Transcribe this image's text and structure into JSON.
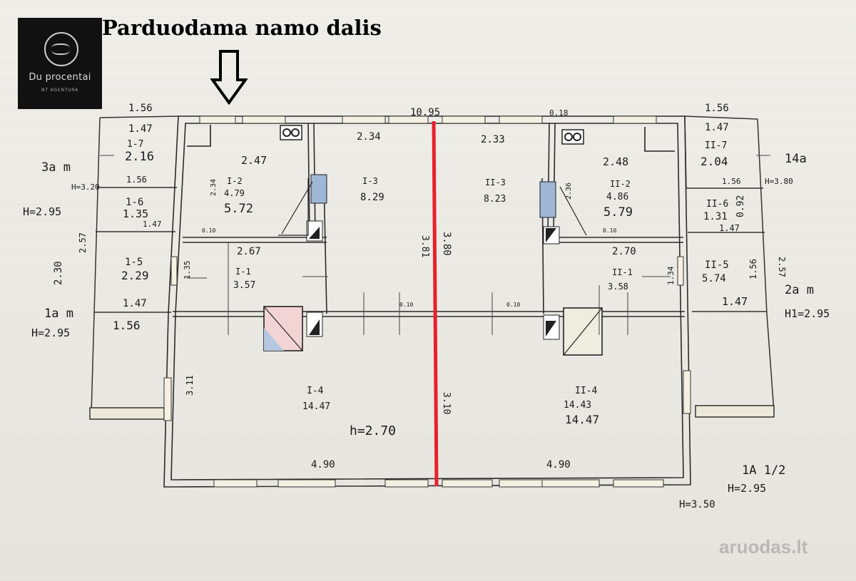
{
  "header": {
    "title": "Parduodama namo dalis"
  },
  "logo": {
    "name": "Du procentai",
    "subtitle": "NT AGENTURA"
  },
  "watermark": {
    "text": "aruodas.lt"
  },
  "plan": {
    "labels": [
      {
        "id": "top-left-ext",
        "text": "1.56"
      },
      {
        "id": "top-total",
        "text": "10.95"
      },
      {
        "id": "top-018",
        "text": "0.18"
      },
      {
        "id": "top-right-ext",
        "text": "1.56"
      },
      {
        "id": "l7-w",
        "text": "1.47"
      },
      {
        "id": "l7-name",
        "text": "1-7"
      },
      {
        "id": "l7-area",
        "text": "2.16"
      },
      {
        "id": "l7-note",
        "text": "3a m"
      },
      {
        "id": "l7-w2",
        "text": "1.56"
      },
      {
        "id": "l-h320",
        "text": "H=3.20"
      },
      {
        "id": "l-h295",
        "text": "H=2.95"
      },
      {
        "id": "l6-name",
        "text": "1-6"
      },
      {
        "id": "l6-area",
        "text": "1.35"
      },
      {
        "id": "l6-w",
        "text": "1.47"
      },
      {
        "id": "l-257",
        "text": "2.57"
      },
      {
        "id": "l-230",
        "text": "2.30"
      },
      {
        "id": "l5-name",
        "text": "1-5"
      },
      {
        "id": "l5-area",
        "text": "2.29"
      },
      {
        "id": "l-135",
        "text": "1.35"
      },
      {
        "id": "l-147b",
        "text": "1.47"
      },
      {
        "id": "l-156b",
        "text": "1.56"
      },
      {
        "id": "l-1am",
        "text": "1a m"
      },
      {
        "id": "l-h295b",
        "text": "H=2.95"
      },
      {
        "id": "k1-w",
        "text": "2.47"
      },
      {
        "id": "k1-name",
        "text": "I-2"
      },
      {
        "id": "k1-area",
        "text": "4.79"
      },
      {
        "id": "k1-area2",
        "text": "5.72"
      },
      {
        "id": "k1-234",
        "text": "2.34"
      },
      {
        "id": "k1-010",
        "text": "0.10"
      },
      {
        "id": "r13-w",
        "text": "2.34"
      },
      {
        "id": "r13-name",
        "text": "I-3"
      },
      {
        "id": "r13-area",
        "text": "8.29"
      },
      {
        "id": "h1-w",
        "text": "2.67"
      },
      {
        "id": "h1-name",
        "text": "I-1"
      },
      {
        "id": "h1-area",
        "text": "3.57"
      },
      {
        "id": "mid-381",
        "text": "3.81"
      },
      {
        "id": "mid-380",
        "text": "3.80"
      },
      {
        "id": "mid-310",
        "text": "3.10"
      },
      {
        "id": "b1-name",
        "text": "I-4"
      },
      {
        "id": "b1-area",
        "text": "14.47"
      },
      {
        "id": "b1-h",
        "text": "h=2.70"
      },
      {
        "id": "b1-w",
        "text": "4.90"
      },
      {
        "id": "b1-311",
        "text": "3.11"
      },
      {
        "id": "r23-w",
        "text": "2.33"
      },
      {
        "id": "r23-name",
        "text": "II-3"
      },
      {
        "id": "r23-area",
        "text": "8.23"
      },
      {
        "id": "k2-w",
        "text": "2.48"
      },
      {
        "id": "k2-name",
        "text": "II-2"
      },
      {
        "id": "k2-area",
        "text": "4.86"
      },
      {
        "id": "k2-area2",
        "text": "5.79"
      },
      {
        "id": "k2-236",
        "text": "2.36"
      },
      {
        "id": "k2-010",
        "text": "0.10"
      },
      {
        "id": "h2-w",
        "text": "2.70"
      },
      {
        "id": "h2-name",
        "text": "II-1"
      },
      {
        "id": "h2-area",
        "text": "3.58"
      },
      {
        "id": "h2-134",
        "text": "1.34"
      },
      {
        "id": "b2-name",
        "text": "II-4"
      },
      {
        "id": "b2-area",
        "text": "14.43"
      },
      {
        "id": "b2-area2",
        "text": "14.47"
      },
      {
        "id": "b2-w",
        "text": "4.90"
      },
      {
        "id": "r7-w",
        "text": "1.47"
      },
      {
        "id": "r7-name",
        "text": "II-7"
      },
      {
        "id": "r7-area",
        "text": "2.04"
      },
      {
        "id": "r7-note",
        "text": "14a"
      },
      {
        "id": "r-h380",
        "text": "H=3.80"
      },
      {
        "id": "r-156",
        "text": "1.56"
      },
      {
        "id": "r6-name",
        "text": "II-6"
      },
      {
        "id": "r6-area",
        "text": "1.31"
      },
      {
        "id": "r6-w",
        "text": "1.47"
      },
      {
        "id": "r6-092",
        "text": "0.92"
      },
      {
        "id": "r5-name",
        "text": "II-5"
      },
      {
        "id": "r5-area",
        "text": "5.74"
      },
      {
        "id": "r5-156",
        "text": "1.56"
      },
      {
        "id": "r-257",
        "text": "2.57"
      },
      {
        "id": "r-147b",
        "text": "1.47"
      },
      {
        "id": "r-2am",
        "text": "2a m"
      },
      {
        "id": "r-h295",
        "text": "H1=2.95"
      },
      {
        "id": "r-1a",
        "text": "1A 1/2"
      },
      {
        "id": "r-h295b",
        "text": "H=2.95"
      },
      {
        "id": "r-h350",
        "text": "H=3.50"
      },
      {
        "id": "w-010a",
        "text": "0.10"
      },
      {
        "id": "w-010b",
        "text": "0.10"
      }
    ]
  }
}
